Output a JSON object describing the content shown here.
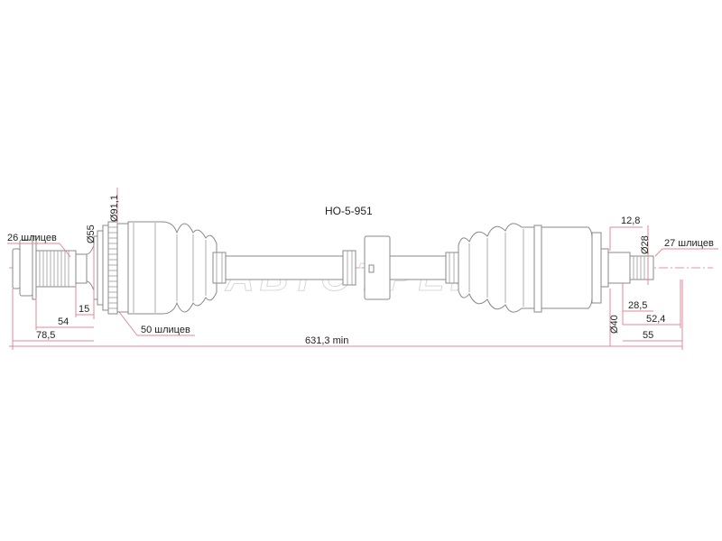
{
  "part_number": "HO-5-951",
  "watermark": "АВТОТРЕЙД",
  "colors": {
    "part_stroke": "#8a8a8a",
    "dimension_line": "#e08a95",
    "axis_line": "#e0707e",
    "text": "#222222",
    "background": "#ffffff"
  },
  "left_end": {
    "spline_label": "26 шлицев",
    "diameter_boot_neck": "Ø55",
    "diameter_abs_ring": "Ø91,1",
    "abs_ring_label": "50 шлицев",
    "dim_shoulder": "15",
    "dim_spline_length": "54",
    "dim_total_stub": "78,5"
  },
  "right_end": {
    "spline_label": "27 шлицев",
    "dim_seal_width": "12,8",
    "diameter_stub": "Ø28",
    "diameter_seal": "Ø40",
    "dim_stub_plain": "28,5",
    "dim_stub_spline": "52,4",
    "dim_stub_total": "55"
  },
  "overall": {
    "length_label": "631,3 min"
  }
}
